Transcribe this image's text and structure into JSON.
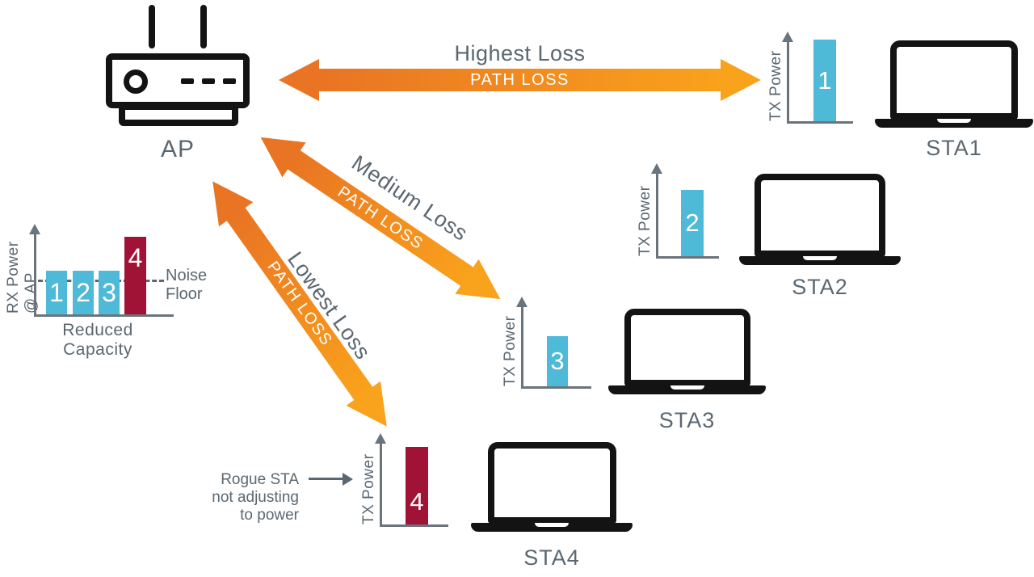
{
  "diagram": {
    "ap": {
      "label": "AP"
    },
    "links": [
      {
        "title": "Highest Loss",
        "band_label": "PATH LOSS"
      },
      {
        "title": "Medium Loss",
        "band_label": "PATH LOSS"
      },
      {
        "title": "Lowest Loss",
        "band_label": "PATH LOSS"
      }
    ],
    "stations": [
      {
        "label": "STA1",
        "bar_number": "1",
        "axis_label": "TX Power"
      },
      {
        "label": "STA2",
        "bar_number": "2",
        "axis_label": "TX Power"
      },
      {
        "label": "STA3",
        "bar_number": "3",
        "axis_label": "TX Power"
      },
      {
        "label": "STA4",
        "bar_number": "4",
        "axis_label": "TX Power"
      }
    ],
    "rx_chart": {
      "axis_label_line1": "RX Power",
      "axis_label_line2": "@ AP",
      "bars": [
        {
          "number": "1"
        },
        {
          "number": "2"
        },
        {
          "number": "3"
        },
        {
          "number": "4"
        }
      ],
      "noise_floor_line1": "Noise",
      "noise_floor_line2": "Floor",
      "caption": "Reduced Capacity"
    },
    "rogue_note": {
      "line1": "Rogue STA",
      "line2": "not adjusting",
      "line3": "to power"
    },
    "colors": {
      "orange_dark": "#E97423",
      "orange_light": "#F9A21C",
      "bar_teal": "#4FB9D8",
      "bar_crimson": "#A11237",
      "text_gray": "#5B6770",
      "axis_gray": "#6A747C",
      "device_black": "#131313"
    }
  },
  "chart_data": [
    {
      "type": "bar",
      "title": "TX Power per station",
      "ylabel": "TX Power",
      "categories": [
        "STA1",
        "STA2",
        "STA3",
        "STA4"
      ],
      "bar_labels": [
        "1",
        "2",
        "3",
        "4"
      ],
      "values_relative": [
        1.0,
        0.81,
        0.61,
        0.95
      ],
      "colors": [
        "#4FB9D8",
        "#4FB9D8",
        "#4FB9D8",
        "#A11237"
      ],
      "note": "No numeric axis shown; values are relative bar heights. STA4 (rogue) is not adjusting power."
    },
    {
      "type": "bar",
      "title": "RX Power @ AP",
      "ylabel": "RX Power @ AP",
      "xlabel": "Reduced Capacity",
      "categories": [
        "1",
        "2",
        "3",
        "4"
      ],
      "values_relative": [
        0.56,
        0.56,
        0.56,
        1.0
      ],
      "colors": [
        "#4FB9D8",
        "#4FB9D8",
        "#4FB9D8",
        "#A11237"
      ],
      "annotations": [
        "Noise Floor dashed reference line just below tops of bars 1-3"
      ],
      "note": "No numeric axis shown; bar 4 greatly exceeds the noise floor."
    }
  ]
}
